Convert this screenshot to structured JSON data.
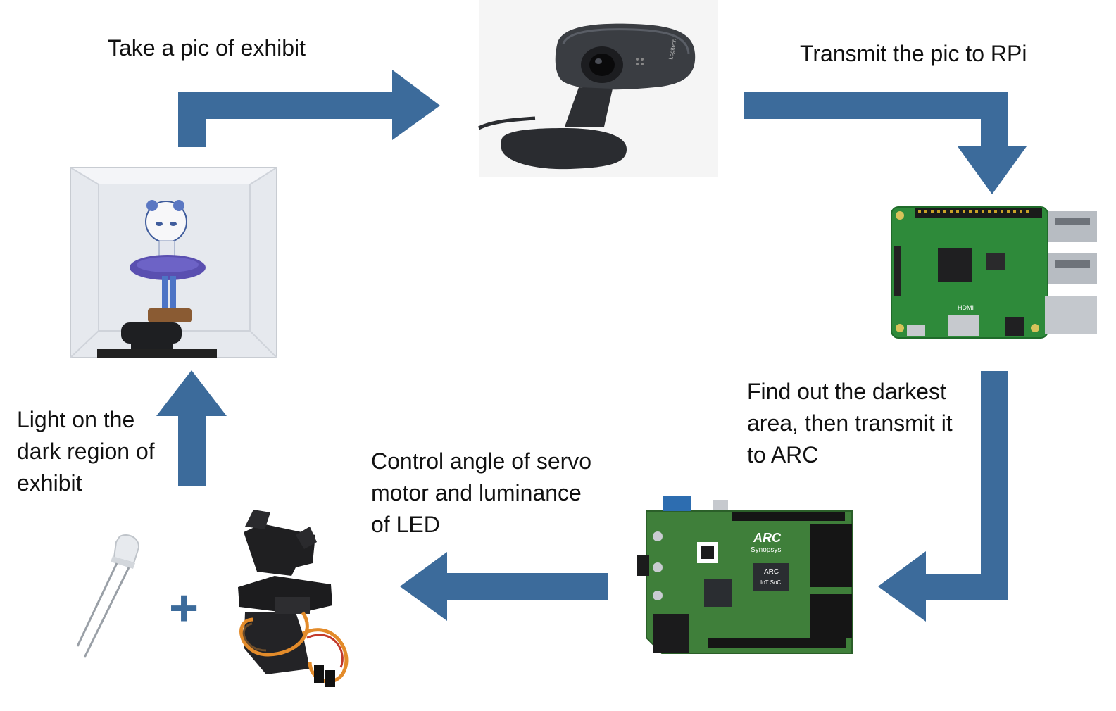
{
  "colors": {
    "arrow": "#3c6b9b",
    "plus": "#3c6b9b",
    "pcb_green": "#2e8a3a",
    "board_green": "#3f7f3a",
    "webcam_body": "#3a3d42"
  },
  "steps": {
    "take_pic": [
      "Take a pic of exhibit"
    ],
    "transmit_rpi": [
      "Transmit the pic to RPi"
    ],
    "find_darkest": [
      "Find out the darkest",
      "area, then transmit it",
      "to ARC"
    ],
    "control_servo": [
      "Control angle of servo",
      "motor and luminance",
      "of LED"
    ],
    "light_on": [
      "Light on the",
      "dark region of",
      "exhibit"
    ]
  },
  "plus_sign": "+",
  "images": {
    "exhibit": "exhibit-box-photo",
    "webcam": "webcam-photo",
    "rpi": "raspberry-pi-board-photo",
    "arc": "arc-iot-board-photo",
    "led": "led-photo",
    "servo": "servo-pan-tilt-photo"
  },
  "chip_texts": {
    "arc_logo": "ARC",
    "arc_sub": "Synopsys",
    "arc_soc": "ARC",
    "arc_soc2": "IoT SoC",
    "rpi_hdmi": "HDMI",
    "webcam_brand": "Logitech"
  }
}
